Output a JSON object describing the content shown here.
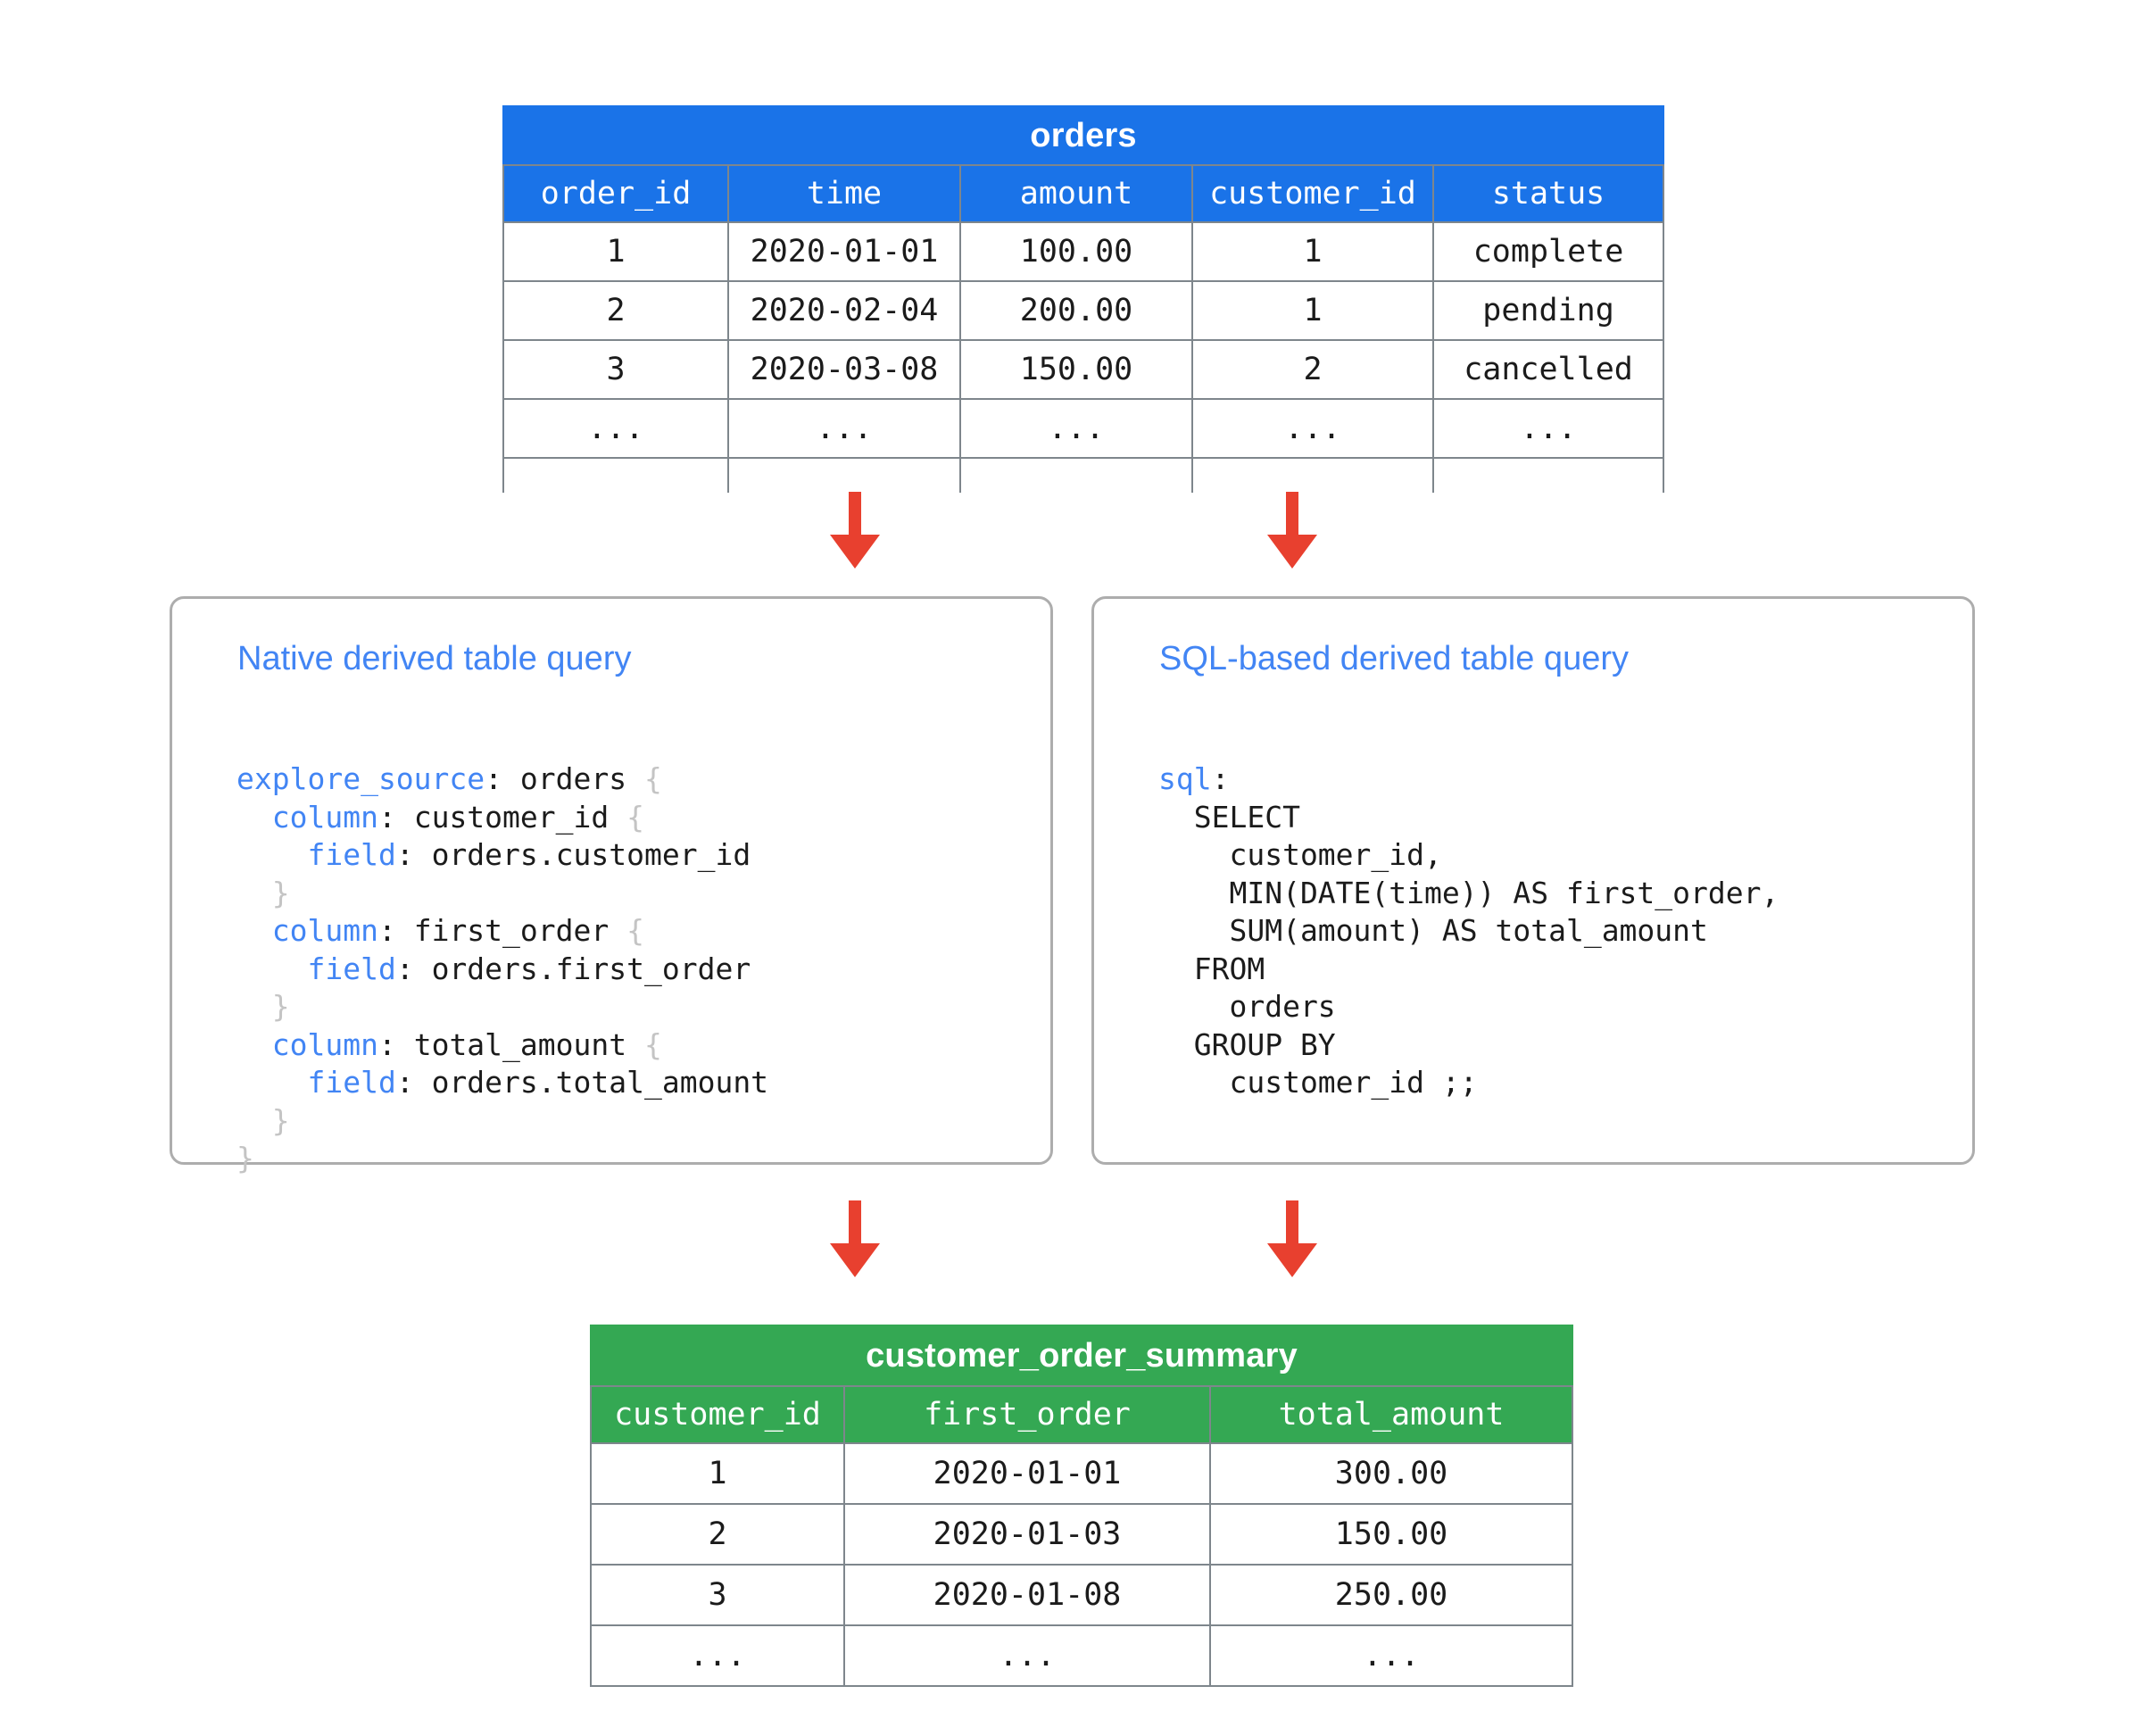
{
  "diagram": {
    "type": "flow-diagram",
    "description": "Looker derived table flow: orders source table feeds two query definitions which produce customer_order_summary",
    "colors": {
      "source_header": "#1A73E8",
      "result_header": "#34A853",
      "arrow": "#E8402F",
      "card_border": "#ADADAD",
      "card_title": "#4285F4",
      "keyword": "#4285F4",
      "brace": "#C4C4C4",
      "table_border": "#7E868C"
    }
  },
  "source_table": {
    "name": "orders",
    "columns": [
      "order_id",
      "time",
      "amount",
      "customer_id",
      "status"
    ],
    "rows": [
      [
        "1",
        "2020-01-01",
        "100.00",
        "1",
        "complete"
      ],
      [
        "2",
        "2020-02-04",
        "200.00",
        "1",
        "pending"
      ],
      [
        "3",
        "2020-03-08",
        "150.00",
        "2",
        "cancelled"
      ],
      [
        "...",
        "...",
        "...",
        "...",
        "..."
      ],
      [
        "",
        "",
        "",
        "",
        ""
      ]
    ]
  },
  "result_table": {
    "name": "customer_order_summary",
    "columns": [
      "customer_id",
      "first_order",
      "total_amount"
    ],
    "rows": [
      [
        "1",
        "2020-01-01",
        "300.00"
      ],
      [
        "2",
        "2020-01-03",
        "150.00"
      ],
      [
        "3",
        "2020-01-08",
        "250.00"
      ],
      [
        "...",
        "...",
        "..."
      ]
    ]
  },
  "native_card": {
    "title": "Native derived table query",
    "code_lines": [
      "explore_source: orders {",
      "  column: customer_id {",
      "    field: orders.customer_id",
      "  }",
      "  column: first_order {",
      "    field: orders.first_order",
      "  }",
      "  column: total_amount {",
      "    field: orders.total_amount",
      "  }",
      "}"
    ],
    "keywords": [
      "explore_source",
      "column",
      "field"
    ]
  },
  "sql_card": {
    "title": "SQL-based derived table query",
    "code_lines": [
      "sql:",
      "  SELECT",
      "    customer_id,",
      "    MIN(DATE(time)) AS first_order,",
      "    SUM(amount) AS total_amount",
      "  FROM",
      "    orders",
      "  GROUP BY",
      "    customer_id ;;"
    ],
    "keywords": [
      "sql"
    ]
  },
  "arrows": [
    {
      "name": "orders-to-native",
      "direction": "down"
    },
    {
      "name": "orders-to-sql",
      "direction": "down"
    },
    {
      "name": "native-to-summary",
      "direction": "down"
    },
    {
      "name": "sql-to-summary",
      "direction": "down"
    }
  ]
}
